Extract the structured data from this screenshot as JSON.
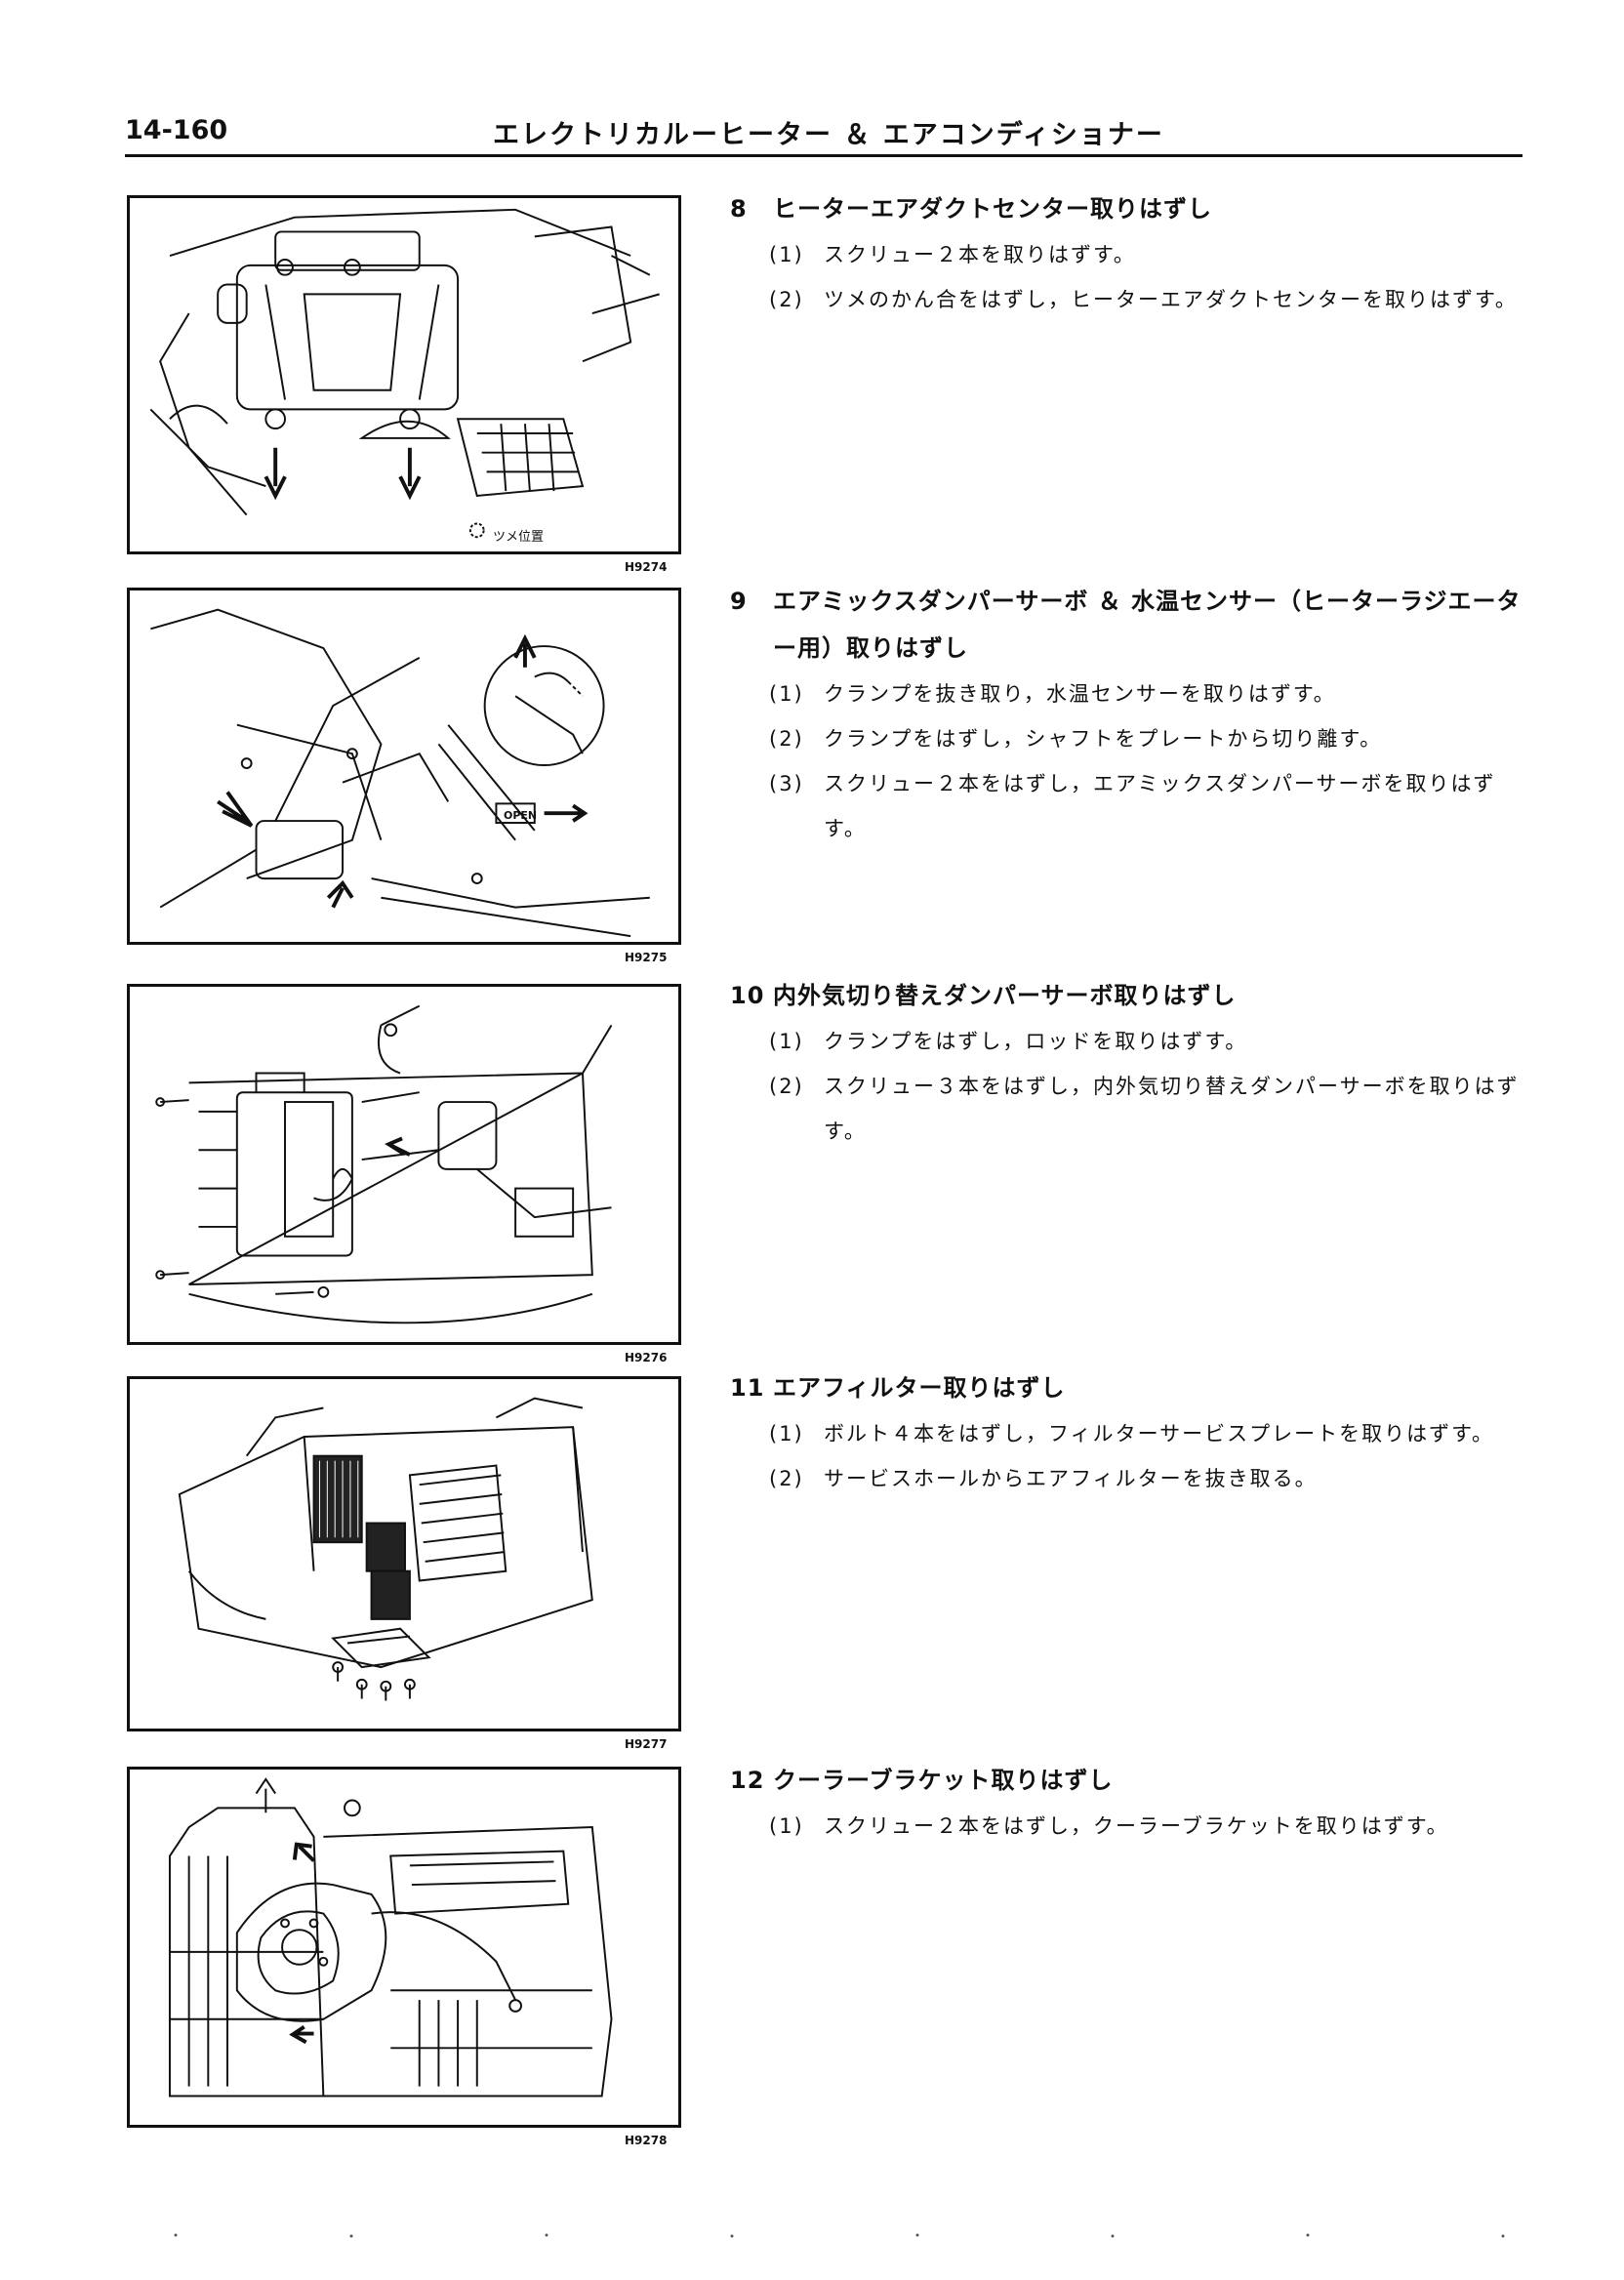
{
  "header": {
    "page_number": "14-160",
    "title": "エレクトリカルーヒーター ＆ エアコンディショナー"
  },
  "figures": [
    {
      "id": "H9274",
      "callout": "ツメ位置"
    },
    {
      "id": "H9275",
      "callout": "OPEN"
    },
    {
      "id": "H9276"
    },
    {
      "id": "H9277"
    },
    {
      "id": "H9278"
    }
  ],
  "sections": [
    {
      "number": "8",
      "title": "ヒーターエアダクトセンター取りはずし",
      "steps": [
        {
          "num": "(1)",
          "text": "スクリュー２本を取りはずす。"
        },
        {
          "num": "(2)",
          "text": "ツメのかん合をはずし，ヒーターエアダクトセンターを取りはずす。"
        }
      ]
    },
    {
      "number": "9",
      "title": "エアミックスダンパーサーボ ＆ 水温センサー（ヒーターラジエーター用）取りはずし",
      "steps": [
        {
          "num": "(1)",
          "text": "クランプを抜き取り，水温センサーを取りはずす。"
        },
        {
          "num": "(2)",
          "text": "クランプをはずし，シャフトをプレートから切り離す。"
        },
        {
          "num": "(3)",
          "text": "スクリュー２本をはずし，エアミックスダンパーサーボを取りはずす。"
        }
      ]
    },
    {
      "number": "10",
      "title": "内外気切り替えダンパーサーボ取りはずし",
      "steps": [
        {
          "num": "(1)",
          "text": "クランプをはずし，ロッドを取りはずす。"
        },
        {
          "num": "(2)",
          "text": "スクリュー３本をはずし，内外気切り替えダンパーサーボを取りはずす。"
        }
      ]
    },
    {
      "number": "11",
      "title": "エアフィルター取りはずし",
      "steps": [
        {
          "num": "(1)",
          "text": "ボルト４本をはずし，フィルターサービスプレートを取りはずす。"
        },
        {
          "num": "(2)",
          "text": "サービスホールからエアフィルターを抜き取る。"
        }
      ]
    },
    {
      "number": "12",
      "title": "クーラーブラケット取りはずし",
      "steps": [
        {
          "num": "(1)",
          "text": "スクリュー２本をはずし，クーラーブラケットを取りはずす。"
        }
      ]
    }
  ]
}
